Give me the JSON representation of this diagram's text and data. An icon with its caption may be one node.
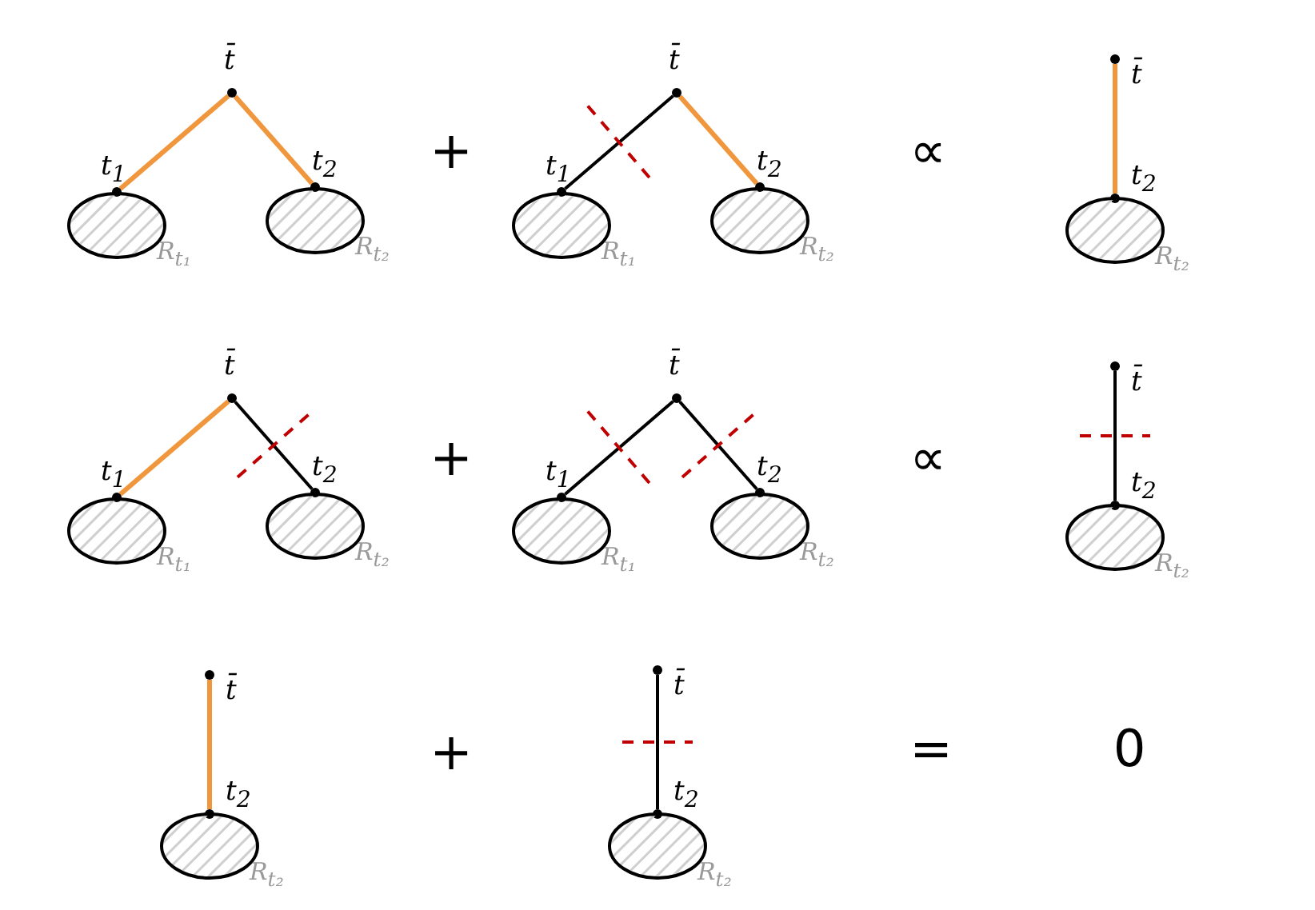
{
  "diagram": {
    "nodes": [
      {
        "text": [
          "t̄"
        ]
      },
      {
        "text": [
          "t$_{1}$"
        ]
      },
      {
        "text": [
          "t$_{2}$"
        ]
      },
      {
        "text": [
          "R$_{t₁}$"
        ]
      },
      {
        "text": [
          "R$_{t₂}$"
        ]
      },
      {
        "text": [
          "t̄"
        ]
      },
      {
        "text": [
          "t$_{1}$"
        ]
      },
      {
        "text": [
          "t$_{2}$"
        ]
      },
      {
        "text": [
          "R$_{t₁}$"
        ]
      },
      {
        "text": [
          "R$_{t₂}$"
        ]
      },
      {
        "text": [
          "t̄"
        ]
      },
      {
        "text": [
          "t$_{2}$"
        ]
      },
      {
        "text": [
          "R$_{t₂}$"
        ]
      },
      {
        "text": [
          "t̄"
        ]
      },
      {
        "text": [
          "t$_{1}$"
        ]
      },
      {
        "text": [
          "t$_{2}$"
        ]
      },
      {
        "text": [
          "R$_{t₁}$"
        ]
      },
      {
        "text": [
          "R$_{t₂}$"
        ]
      },
      {
        "text": [
          "t̄"
        ]
      },
      {
        "text": [
          "t$_{1}$"
        ]
      },
      {
        "text": [
          "t$_{2}$"
        ]
      },
      {
        "text": [
          "R$_{t₁}$"
        ]
      },
      {
        "text": [
          "R$_{t₂}$"
        ]
      },
      {
        "text": [
          "t̄"
        ]
      },
      {
        "text": [
          "t$_{2}$"
        ]
      },
      {
        "text": [
          "R$_{t₂}$"
        ]
      },
      {
        "text": [
          "t̄"
        ]
      },
      {
        "text": [
          "t$_{2}$"
        ]
      },
      {
        "text": [
          "R$_{t₂}$"
        ]
      },
      {
        "text": [
          "t̄"
        ]
      },
      {
        "text": [
          "t$_{2}$"
        ]
      },
      {
        "text": [
          "R$_{t₂}$"
        ]
      }
    ],
    "edges": [
      {
        "from": 0,
        "to": 1,
        "arrow": "none",
        "color": "#f0963c"
      },
      {
        "from": 0,
        "to": 2,
        "arrow": "none",
        "color": "#f0963c"
      },
      {
        "from": 5,
        "to": 6,
        "arrow": "none",
        "color": "#000000"
      },
      {
        "from": 5,
        "to": 7,
        "arrow": "none",
        "color": "#f0963c"
      },
      {
        "from": 10,
        "to": 11,
        "arrow": "none",
        "color": "#f0963c"
      },
      {
        "from": 13,
        "to": 14,
        "arrow": "none",
        "color": "#f0963c"
      },
      {
        "from": 13,
        "to": 15,
        "arrow": "none",
        "color": "#000000"
      },
      {
        "from": 18,
        "to": 19,
        "arrow": "none",
        "color": "#000000"
      },
      {
        "from": 18,
        "to": 20,
        "arrow": "none",
        "color": "#000000"
      },
      {
        "from": 23,
        "to": 24,
        "arrow": "none",
        "color": "#000000"
      },
      {
        "from": 26,
        "to": 27,
        "arrow": "none",
        "color": "#f0963c"
      },
      {
        "from": 29,
        "to": 30,
        "arrow": "none",
        "color": "#000000"
      }
    ],
    "labels": [
      "+",
      "∝",
      "+",
      "∝",
      "+",
      "=",
      "0"
    ]
  }
}
